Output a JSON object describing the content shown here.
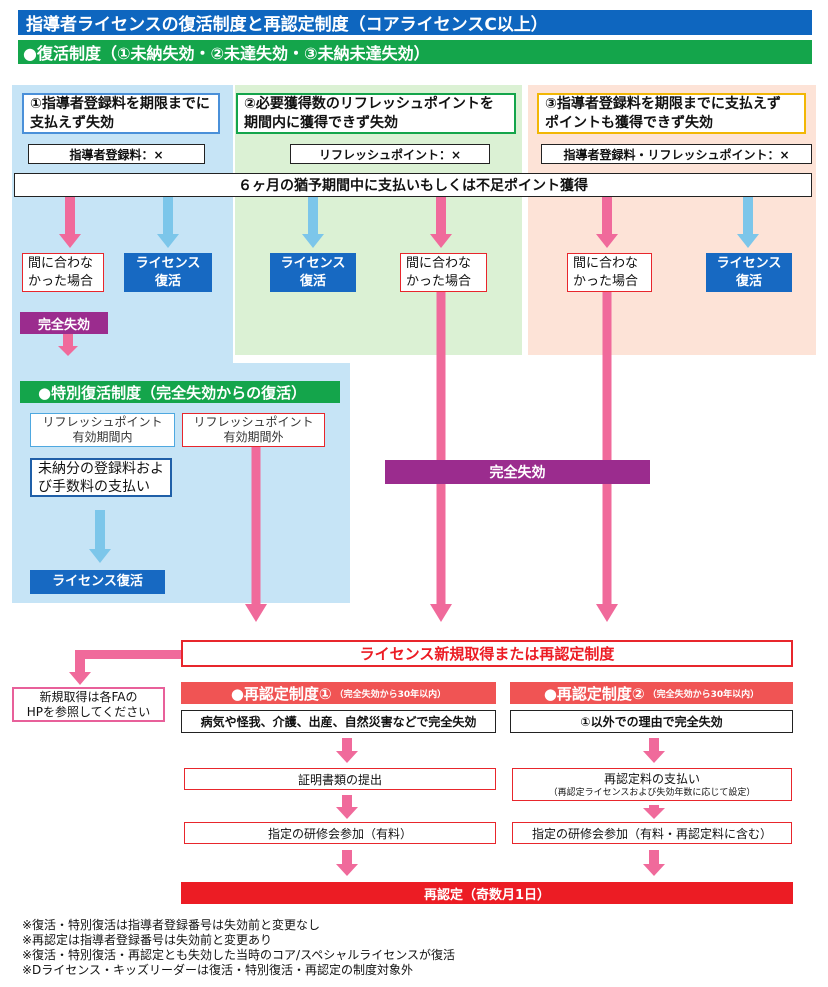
{
  "header": {
    "title": "指導者ライセンスの復活制度と再認定制度（コアライセンスC以上）"
  },
  "revival": {
    "title": "●復活制度（①未納失効・②未達失効・③未納未達失効）",
    "grace_period": "６ヶ月の猶予期間中に支払いもしくは不足ポイント獲得",
    "cases": [
      {
        "title": "①指導者登録料を期限までに\n支払えず失効",
        "condition": "指導者登録料：×",
        "failed": "間に合わな\nかった場合",
        "revived": "ライセンス\n復活"
      },
      {
        "title": "②必要獲得数のリフレッシュポイントを\n期間内に獲得できず失効",
        "condition": "リフレッシュポイント：×",
        "failed": "間に合わな\nかった場合",
        "revived": "ライセンス\n復活"
      },
      {
        "title": "③指導者登録料を期限までに支払えず\nポイントも獲得できず失効",
        "condition": "指導者登録料・リフレッシュポイント：×",
        "failed": "間に合わな\nかった場合",
        "revived": "ライセンス\n復活"
      }
    ],
    "full_expiry": "完全失効"
  },
  "special_revival": {
    "title": "●特別復活制度（完全失効からの復活）",
    "within": "リフレッシュポイント\n有効期間内",
    "outside": "リフレッシュポイント\n有効期間外",
    "payment": "未納分の登録料およ\nび手数料の支払い",
    "revived": "ライセンス復活"
  },
  "full_expiry_bar": "完全失効",
  "recert": {
    "title": "ライセンス新規取得または再認定制度",
    "new_acquisition_note": "新規取得は各FAの\nHPを参照してください",
    "paths": [
      {
        "title": "●再認定制度①",
        "note": "（完全失効から30年以内）",
        "reason": "病気や怪我、介護、出産、自然災害などで完全失効",
        "step1": "証明書類の提出",
        "step2": "指定の研修会参加（有料）"
      },
      {
        "title": "●再認定制度②",
        "note": "（完全失効から30年以内）",
        "reason": "①以外での理由で完全失効",
        "step1": "再認定料の支払い",
        "step1_note": "（再認定ライセンスおよび失効年数に応じて設定）",
        "step2": "指定の研修会参加（有料・再認定料に含む）"
      }
    ],
    "result": "再認定（奇数月1日）"
  },
  "footnotes": [
    "※復活・特別復活は指導者登録番号は失効前と変更なし",
    "※再認定は指導者登録番号は失効前と変更あり",
    "※復活・特別復活・再認定とも失効した当時のコア/スペシャルライセンスが復活",
    "※Dライセンス・キッズリーダーは復活・特別復活・再認定の制度対象外"
  ],
  "colors": {
    "header_blue": "#0e66bf",
    "green": "#14a54b",
    "purple": "#9b2c8e",
    "red": "#ec1c24",
    "red_light": "#f05454",
    "red_border": "#e8262c",
    "pink_arrow": "#f06a9b",
    "blue_arrow": "#7cc6ea",
    "license_blue": "#1769c2",
    "bg_blue": "#c6e4f6",
    "bg_green": "#dbf1d4",
    "bg_peach": "#fde3d7",
    "box1_border": "#4a90d9",
    "box3_border": "#f2b705",
    "pink_border": "#e8609a",
    "box_blue_border": "#1f5fa8",
    "light_blue_border": "#4ea8e0"
  }
}
